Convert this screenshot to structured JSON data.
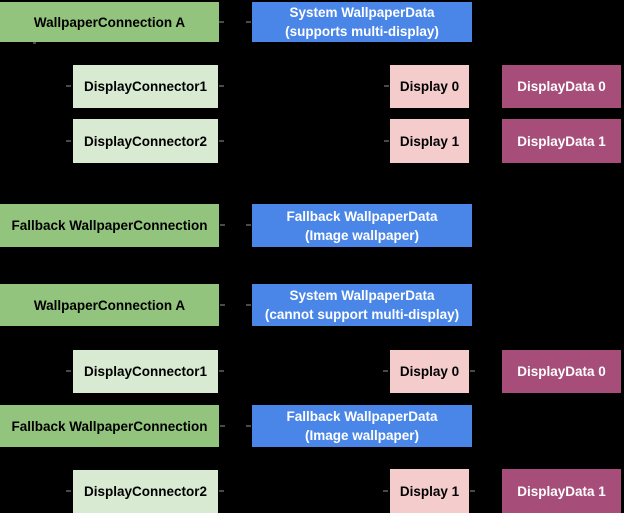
{
  "diagram": {
    "description_colors": {
      "wallpaper_connection": "#93c47d",
      "display_connector": "#d9ead3",
      "wallpaper_data": "#4a86e8",
      "display": "#f4cccc",
      "display_data": "#a64d79",
      "background": "#000000",
      "text_on_light": "#000000",
      "text_on_dark": "#ffffff"
    },
    "scenario_multi_display": {
      "wallpaper_connection_a": "WallpaperConnection A",
      "system_wallpaper_data_line1": "System WallpaperData",
      "system_wallpaper_data_line2": "(supports multi-display)",
      "display_connector_1": "DisplayConnector1",
      "display_0": "Display 0",
      "display_data_0": "DisplayData 0",
      "display_connector_2": "DisplayConnector2",
      "display_1": "Display 1",
      "display_data_1": "DisplayData 1",
      "fallback_wallpaper_connection": "Fallback WallpaperConnection",
      "fallback_wallpaper_data_line1": "Fallback WallpaperData",
      "fallback_wallpaper_data_line2": "(Image wallpaper)"
    },
    "scenario_single_display": {
      "wallpaper_connection_a": "WallpaperConnection A",
      "system_wallpaper_data_line1": "System WallpaperData",
      "system_wallpaper_data_line2": "(cannot support multi-display)",
      "display_connector_1": "DisplayConnector1",
      "display_0": "Display 0",
      "display_data_0": "DisplayData 0",
      "fallback_wallpaper_connection": "Fallback WallpaperConnection",
      "fallback_wallpaper_data_line1": "Fallback WallpaperData",
      "fallback_wallpaper_data_line2": "(Image wallpaper)",
      "display_connector_2": "DisplayConnector2",
      "display_1": "Display 1",
      "display_data_1": "DisplayData 1"
    }
  }
}
